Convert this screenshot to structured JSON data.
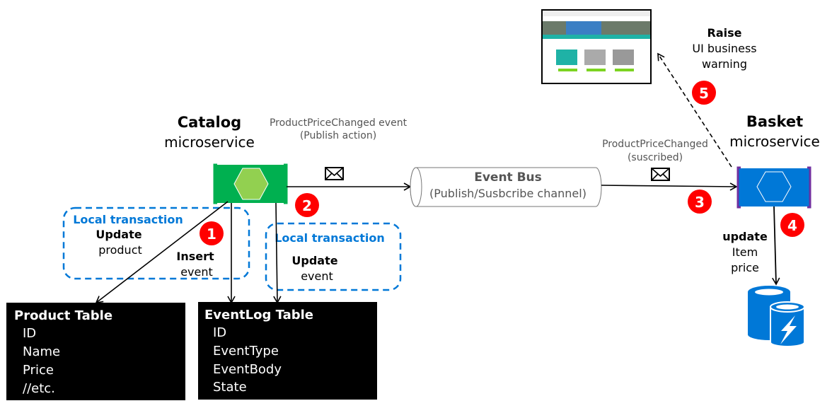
{
  "colors": {
    "catalog_green": "#00b050",
    "hex_green": "#92d050",
    "basket_blue": "#0078d7",
    "bracket_purple": "#7030a0",
    "badge_red": "#ff0000",
    "transaction_blue": "#0078d7"
  },
  "screenshot": {
    "icon": "storefront-screenshot"
  },
  "raise": {
    "line1": "Raise",
    "line2": "UI business",
    "line3": "warning"
  },
  "catalog": {
    "title": "Catalog",
    "subtitle": "microservice"
  },
  "basket": {
    "title": "Basket",
    "subtitle": "microservice"
  },
  "publish": {
    "line1": "ProductPriceChanged event",
    "line2": "(Publish action)"
  },
  "subscribe": {
    "line1": "ProductPriceChanged",
    "line2": "(suscribed)"
  },
  "event_bus": {
    "title": "Event Bus",
    "subtitle": "(Publish/Susbcribe channel)"
  },
  "badges": [
    "1",
    "2",
    "3",
    "4",
    "5"
  ],
  "transaction1": {
    "title": "Local transaction",
    "action": "Update",
    "object": "product"
  },
  "insert": {
    "action": "Insert",
    "object": "event"
  },
  "transaction2": {
    "title": "Local transaction",
    "action": "Update",
    "object": "event"
  },
  "basket_update": {
    "action": "update",
    "line2": "Item",
    "line3": "price"
  },
  "product_table": {
    "title": "Product Table",
    "fields": [
      "ID",
      "Name",
      "Price",
      "//etc."
    ]
  },
  "eventlog_table": {
    "title": "EventLog Table",
    "fields": [
      "ID",
      "EventType",
      "EventBody",
      "State"
    ]
  }
}
